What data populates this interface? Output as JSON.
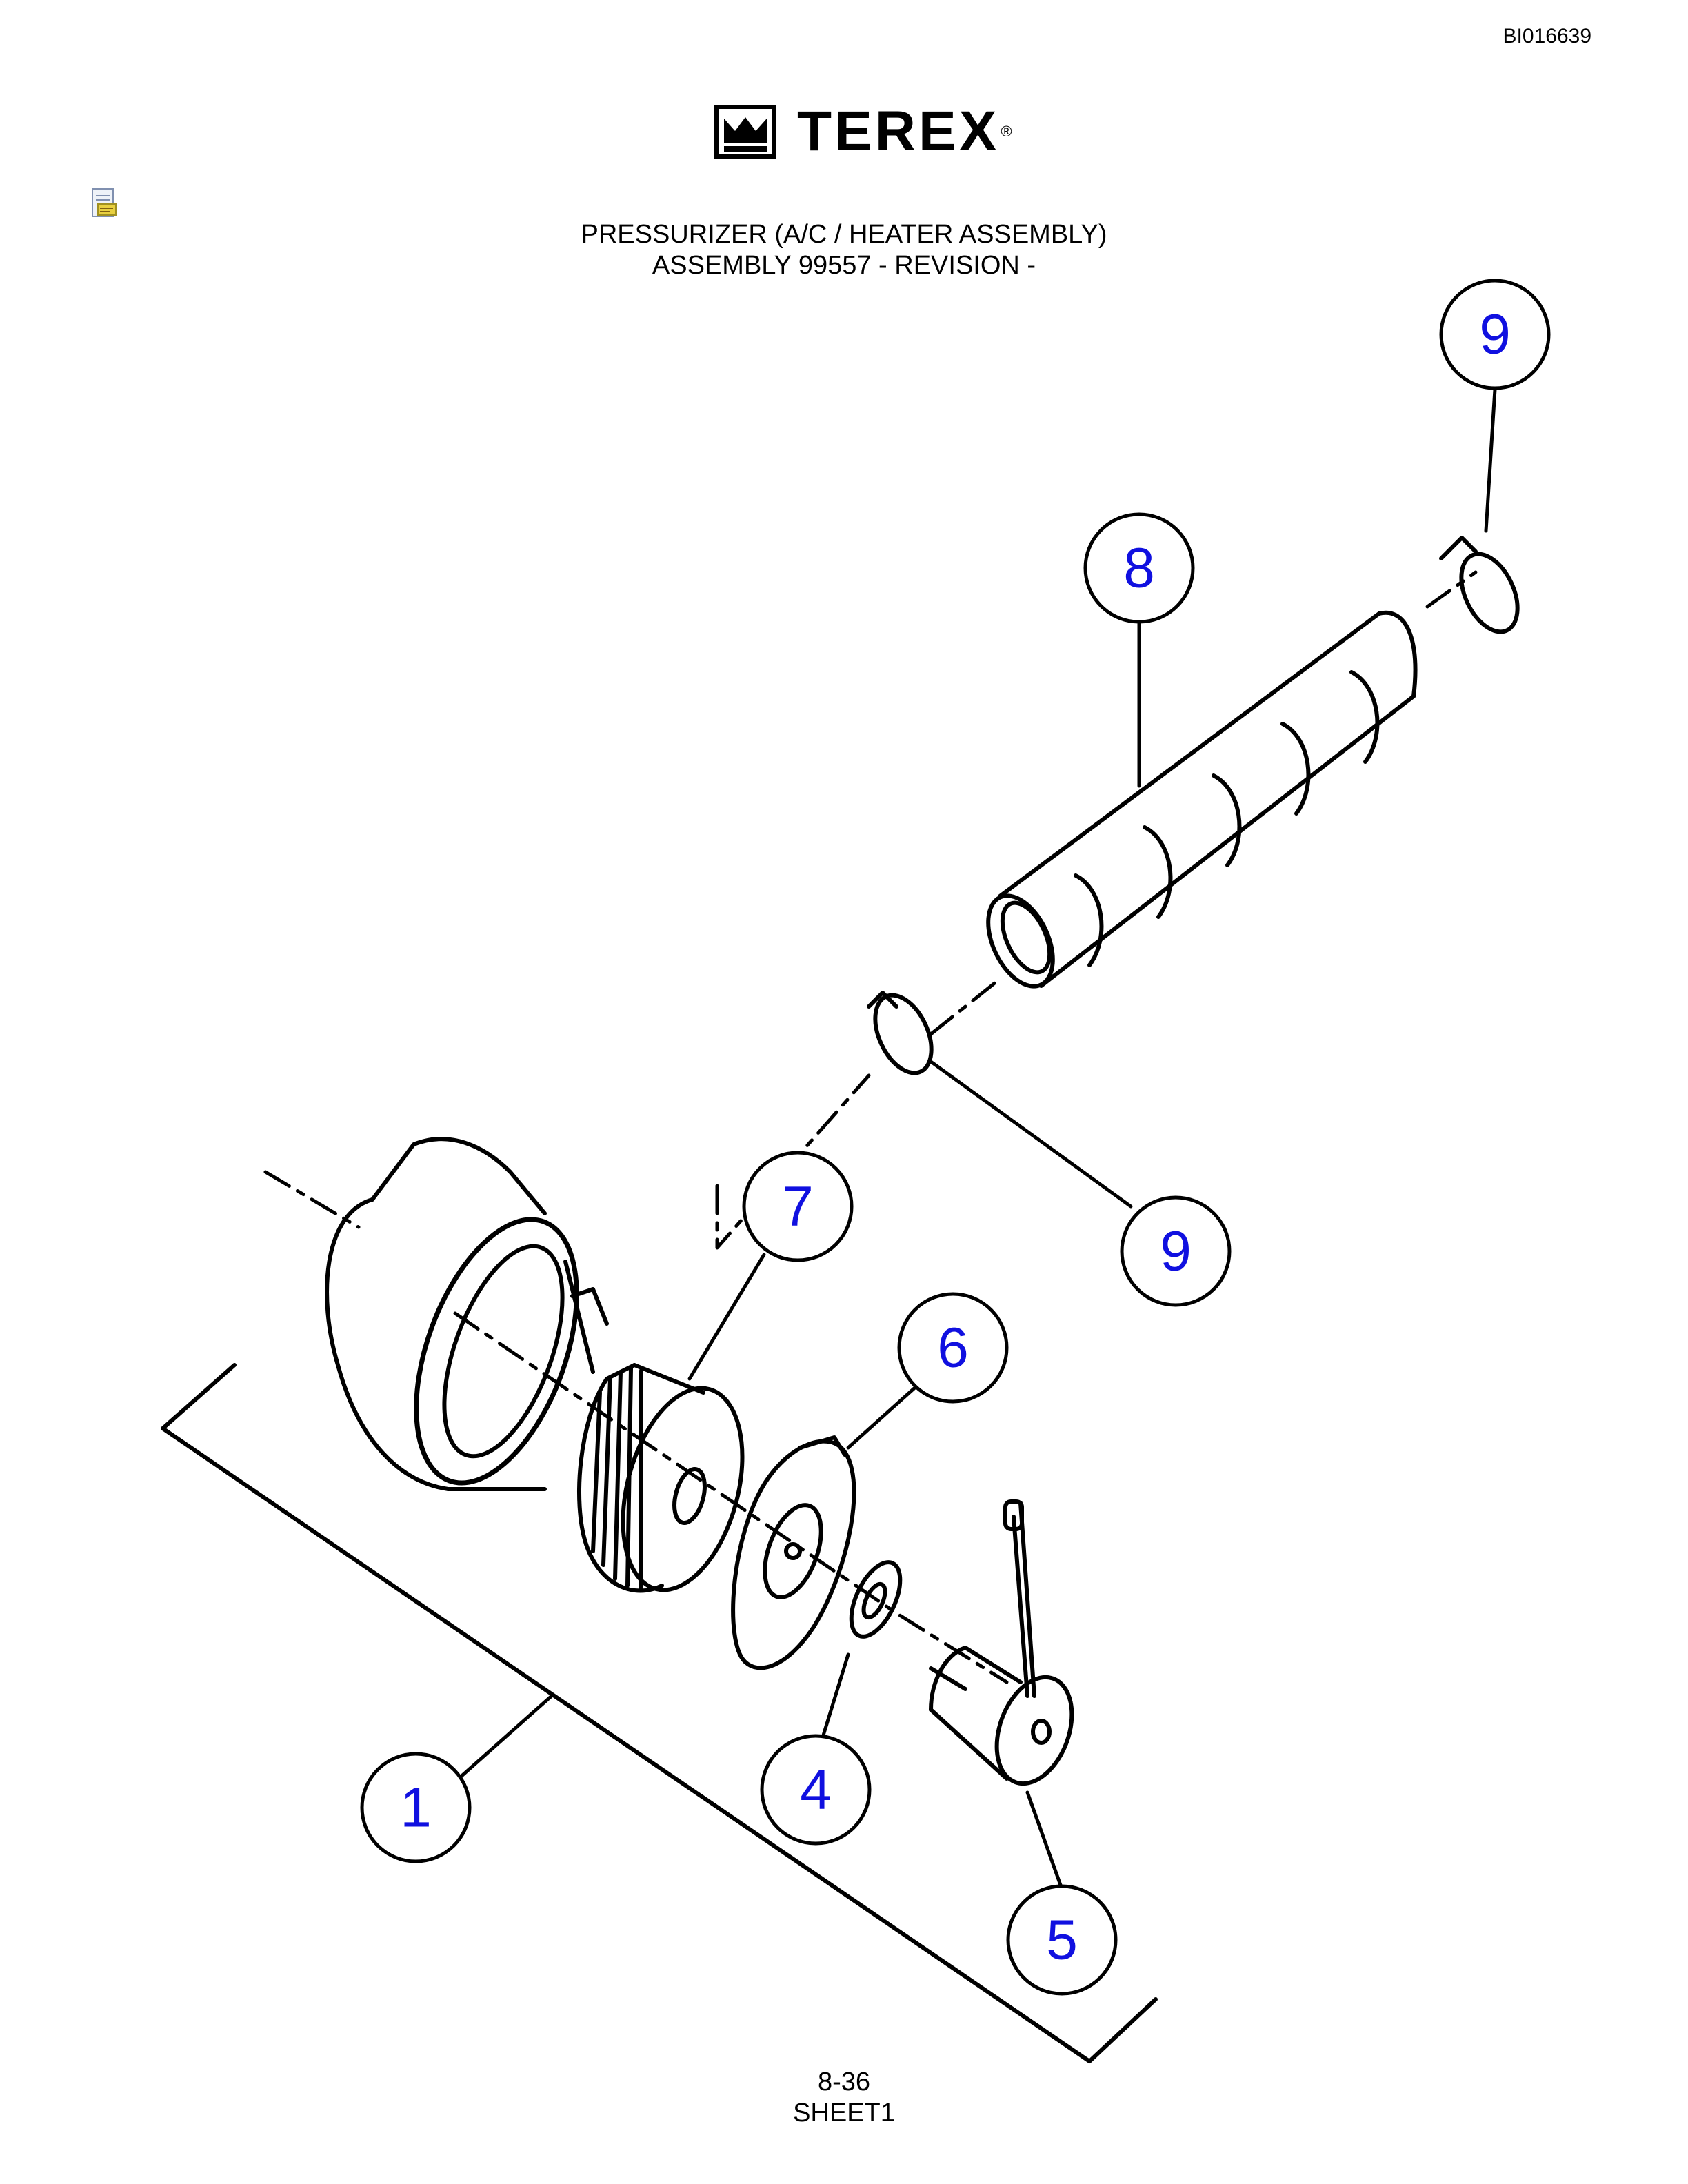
{
  "document_id": "BI016639",
  "brand": {
    "name": "TEREX",
    "registered_mark": "®",
    "logo_icon": "terex-crown-icon"
  },
  "document_icon": "document-icon",
  "title": {
    "line1": "PRESSURIZER (A/C / HEATER ASSEMBLY)",
    "line2": "ASSEMBLY 99557 - REVISION -"
  },
  "callouts": [
    {
      "id": "c9a",
      "label": "9"
    },
    {
      "id": "c8",
      "label": "8"
    },
    {
      "id": "c9b",
      "label": "9"
    },
    {
      "id": "c7",
      "label": "7"
    },
    {
      "id": "c6",
      "label": "6"
    },
    {
      "id": "c1",
      "label": "1"
    },
    {
      "id": "c4",
      "label": "4"
    },
    {
      "id": "c5",
      "label": "5"
    }
  ],
  "footer": {
    "page": "8-36",
    "sheet": "SHEET1"
  },
  "colors": {
    "callout_text": "#1010e0",
    "line": "#000000"
  }
}
